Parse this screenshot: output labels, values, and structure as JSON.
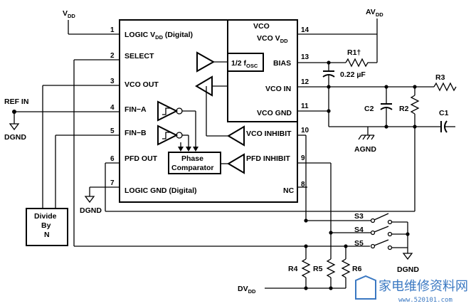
{
  "supplies": {
    "vdd": "V",
    "vdd_sub": "DD",
    "avdd": "AV",
    "avdd_sub": "DD",
    "dvdd": "DV",
    "dvdd_sub": "DD"
  },
  "grounds": {
    "dgnd_left": "DGND",
    "dgnd_mid": "DGND",
    "dgnd_right": "DGND",
    "agnd": "AGND"
  },
  "ref_in": "REF IN",
  "pins": [
    {
      "num": "1",
      "label": "LOGIC V",
      "sub": "DD",
      "rest": " (Digital)"
    },
    {
      "num": "2",
      "label": "SELECT"
    },
    {
      "num": "3",
      "label": "VCO OUT"
    },
    {
      "num": "4",
      "label": "FIN−A"
    },
    {
      "num": "5",
      "label": "FIN−B"
    },
    {
      "num": "6",
      "label": "PFD OUT"
    },
    {
      "num": "7",
      "label": "LOGIC GND (Digital)"
    },
    {
      "num": "8",
      "label": "NC"
    },
    {
      "num": "9",
      "label": "PFD INHIBIT"
    },
    {
      "num": "10",
      "label": "VCO INHIBIT"
    },
    {
      "num": "11",
      "label": "VCO GND"
    },
    {
      "num": "12",
      "label": "VCO IN"
    },
    {
      "num": "13",
      "label": "BIAS"
    },
    {
      "num": "14",
      "label": "VCO V",
      "sub": "DD"
    }
  ],
  "blocks": {
    "vco": "VCO",
    "half_fosc": "1/2 f",
    "half_fosc_sub": "OSC",
    "phase_comp_1": "Phase",
    "phase_comp_2": "Comparator",
    "divide_1": "Divide",
    "divide_2": "By",
    "divide_3": "N"
  },
  "components": {
    "r1": "R1†",
    "cap_value": "0.22 µF",
    "r2": "R2",
    "r3": "R3",
    "r4": "R4",
    "r5": "R5",
    "r6": "R6",
    "c1": "C1",
    "c2": "C2",
    "s3": "S3",
    "s4": "S4",
    "s5": "S5"
  },
  "watermark": {
    "text": "家电维修资料网",
    "url": "www.520101.com"
  }
}
